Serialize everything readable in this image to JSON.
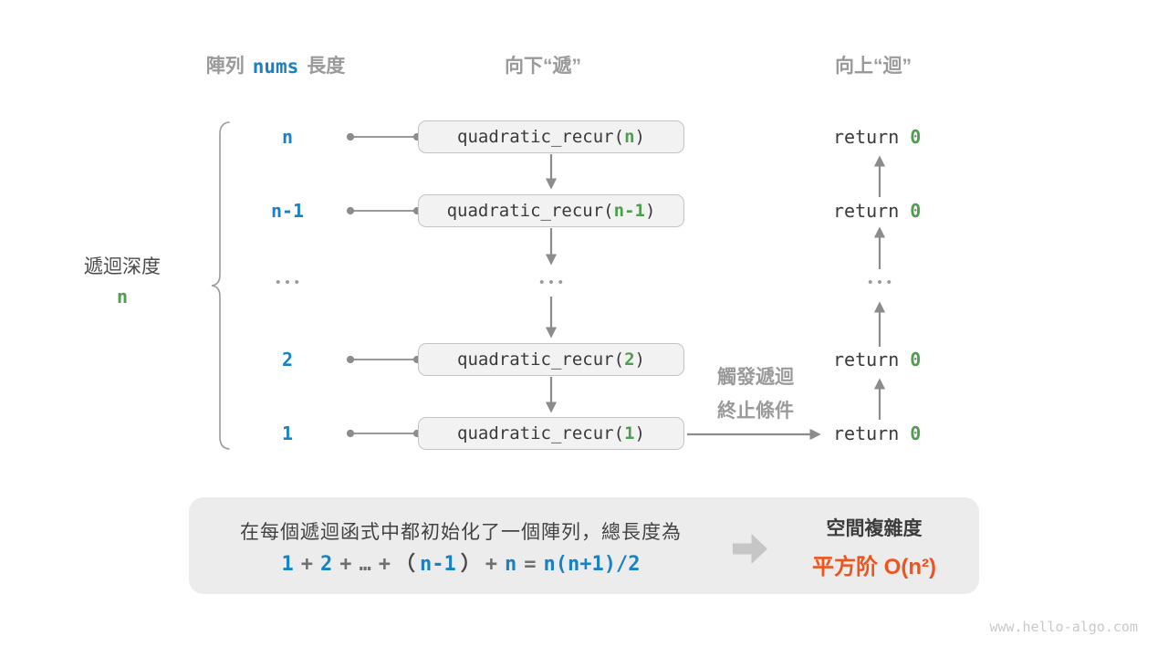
{
  "headers": {
    "array_pre": "陣列",
    "array_code": "nums",
    "array_post": "長度",
    "down": "向下“遞”",
    "up": "向上“迴”"
  },
  "depth_label": {
    "text": "遞迴深度",
    "value": "n"
  },
  "call_prefix": "quadratic_recur(",
  "call_suffix": ")",
  "return_prefix": "return ",
  "rows": [
    {
      "label": "n",
      "arg": "n",
      "ret_value": "0"
    },
    {
      "label": "n-1",
      "arg": "n-1",
      "ret_value": "0"
    },
    {
      "label": "2",
      "arg": "2",
      "ret_value": "0"
    },
    {
      "label": "1",
      "arg": "1",
      "ret_value": "0"
    }
  ],
  "ellipsis": "•••",
  "trigger": {
    "line1": "觸發遞迴",
    "line2": "終止條件"
  },
  "summary": {
    "line1": "在每個遞迴函式中都初始化了一個陣列，總長度為",
    "formula": {
      "n1": "1",
      "plus1": "+",
      "n2": "2",
      "plus2": "+",
      "dots": "…",
      "plus3": "+",
      "lparen": "（",
      "n3": "n-1",
      "rparen": "）",
      "plus4": "+",
      "n4": "n",
      "equals": "=",
      "result": "n(n+1)/2"
    },
    "complexity_title": "空間複雜度",
    "complexity_value": "平方阶 O(n²)"
  },
  "watermark": "www.hello-algo.com",
  "colors": {
    "blue": "#1782c5",
    "green": "#4f9e50",
    "orange": "#f0541c",
    "gray_text": "#9a9a9a",
    "dark_text": "#3c3c3c",
    "line": "#8c8c8c",
    "box_fill": "#f2f2f2",
    "panel_fill": "#ececec"
  }
}
